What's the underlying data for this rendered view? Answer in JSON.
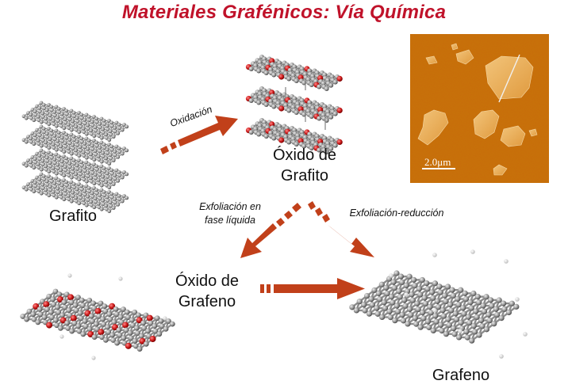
{
  "title": "Materiales Grafénicos: Vía Química",
  "nodes": {
    "graphite": "Grafito",
    "graphite_oxide_line1": "Óxido de",
    "graphite_oxide_line2": "Grafito",
    "graphene_oxide_line1": "Óxido de",
    "graphene_oxide_line2": "Grafeno",
    "graphene": "Grafeno"
  },
  "arrows": {
    "oxidation": "Oxidación",
    "liquid_exfoliation_line1": "Exfoliación en",
    "liquid_exfoliation_line2": "fase líquida",
    "exfoliation_reduction": "Exfoliación-reducción"
  },
  "afm": {
    "scale_bar_label": "2.0μm"
  },
  "colors": {
    "title": "#c0122a",
    "arrow": "#c1401a",
    "afm_background": "#c86a0c",
    "flake": "#eab562"
  }
}
